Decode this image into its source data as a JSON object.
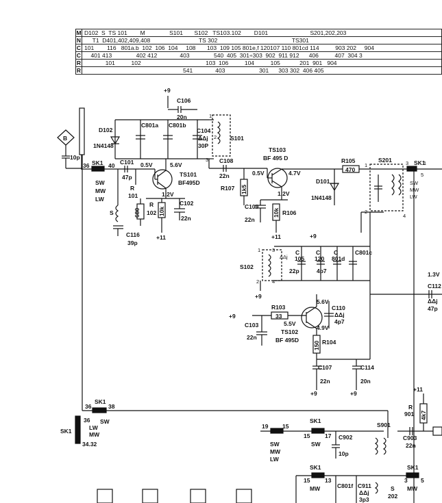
{
  "reference_table": {
    "rows": [
      {
        "key": "M",
        "text": "D102  S  TS 101        M               S101       S102   TS103.102        D101                          S201,202,203"
      },
      {
        "key": "N",
        "text": "     T1  D401,402,409,408                              TS 302                                              TS301"
      },
      {
        "key": "C",
        "text": "101        116   801a.b  102  106  104     108       103  109 105 801e,f 120107 110 801cd 114          903 202     904"
      },
      {
        "key": "C",
        "text": "    401 413               402 412              403               540  405  301÷303  902  911 912      406          407  304 3"
      },
      {
        "key": "R",
        "text": "             101          102                                        103  106          104          105            201  901   904"
      },
      {
        "key": "R",
        "text": "                                                             541              403                     301      303 302  406 405"
      }
    ]
  },
  "labels": {
    "supply_9": "+9",
    "supply_11": "+11",
    "c106": "C106",
    "c106_val": "20n",
    "d102": "D102",
    "d102_type": "1N4148",
    "c801a": "C801a",
    "c801b": "C801b",
    "c104": "C104",
    "c104_adj": "ΔΔj",
    "c104_val": "30P",
    "s101": "S101",
    "b_icon": "B",
    "c_10p": "10p",
    "sk1_top": "SK1",
    "pin36": "36",
    "pin40": "40",
    "sw_bands": "SW\nMW\nLW",
    "c101": "C101",
    "c101_val": "47p",
    "v_05": "0.5V",
    "v_56": "5.6V",
    "ts101": "TS101",
    "ts101_type": "BF495D",
    "r101": "R",
    "r101_num": "101",
    "r_680": "680",
    "r102": "R",
    "r102_num": "102",
    "r102_val": "10k",
    "v_12": "1.2V",
    "c102": "C102",
    "c102_val": "22n",
    "s_label": "S",
    "c116": "C116",
    "c116_val": "39p",
    "c108": "C108",
    "c108_val": "22n",
    "ts103": "TS103",
    "ts103_type": "BF 495 D",
    "r105": "R105",
    "r105_val": "470",
    "s201": "S201",
    "sk1_right": "SK1",
    "v_05b": "0.5V",
    "v_47": "4.7V",
    "r107": "R107",
    "r107_val": "1k5",
    "d101": "D101",
    "d101_type": "1N4148",
    "v_12b": "1.2V",
    "c109": "C109",
    "c109_val": "22n",
    "r106": "R106",
    "r106_val": "10k",
    "s102": "S102",
    "c105": "C",
    "c105_num": "105",
    "c105_val": "22p",
    "c120": "C",
    "c120_num": "120",
    "c120_val": "4p7",
    "c801d": "C",
    "c801d_num": "801d",
    "c801c": "C801c",
    "v_13": "1.3V",
    "c112": "C112",
    "c112_adj": "ΔΔj",
    "c112_val": "47p",
    "r103": "R103",
    "r103_val": "33",
    "v_56b": "5.6V",
    "c110": "C110",
    "c110_adj": "ΔΔj",
    "c110_val": "4p7",
    "v_55": "5.5V",
    "v_49": "4.9V",
    "ts102": "TS102",
    "ts102_type": "BF 495D",
    "c103": "C103",
    "c103_val": "22n",
    "r104": "R104",
    "r104_val": "150",
    "c107": "C107",
    "c107_val": "22n",
    "c114": "C114",
    "c114_val": "20n",
    "sk1_mid": "SK1",
    "pin36b": "36",
    "pin38": "38",
    "sk1_left": "SK1",
    "lw_mw": "LW\nMW",
    "pin34_32": "34.32",
    "pin19": "19",
    "pin15": "15",
    "pin17": "17",
    "pin13": "13",
    "sk1_low": "SK1",
    "sw_low": "SW",
    "c902": "C902",
    "c902_val": "10p",
    "s901": "S901",
    "r901": "R",
    "r901_num": "901",
    "r901_val": "4k7",
    "c903": "C903",
    "c903_val": "22n",
    "mw_low": "MW",
    "c801f": "C801f",
    "c911": "C911",
    "c911_adj": "ΔΔj",
    "c911_val": "3p3",
    "s202": "S",
    "s202_num": "202",
    "pin3": "3",
    "pin5": "5",
    "pin1": "1",
    "pin2": "2",
    "pin4": "4"
  }
}
